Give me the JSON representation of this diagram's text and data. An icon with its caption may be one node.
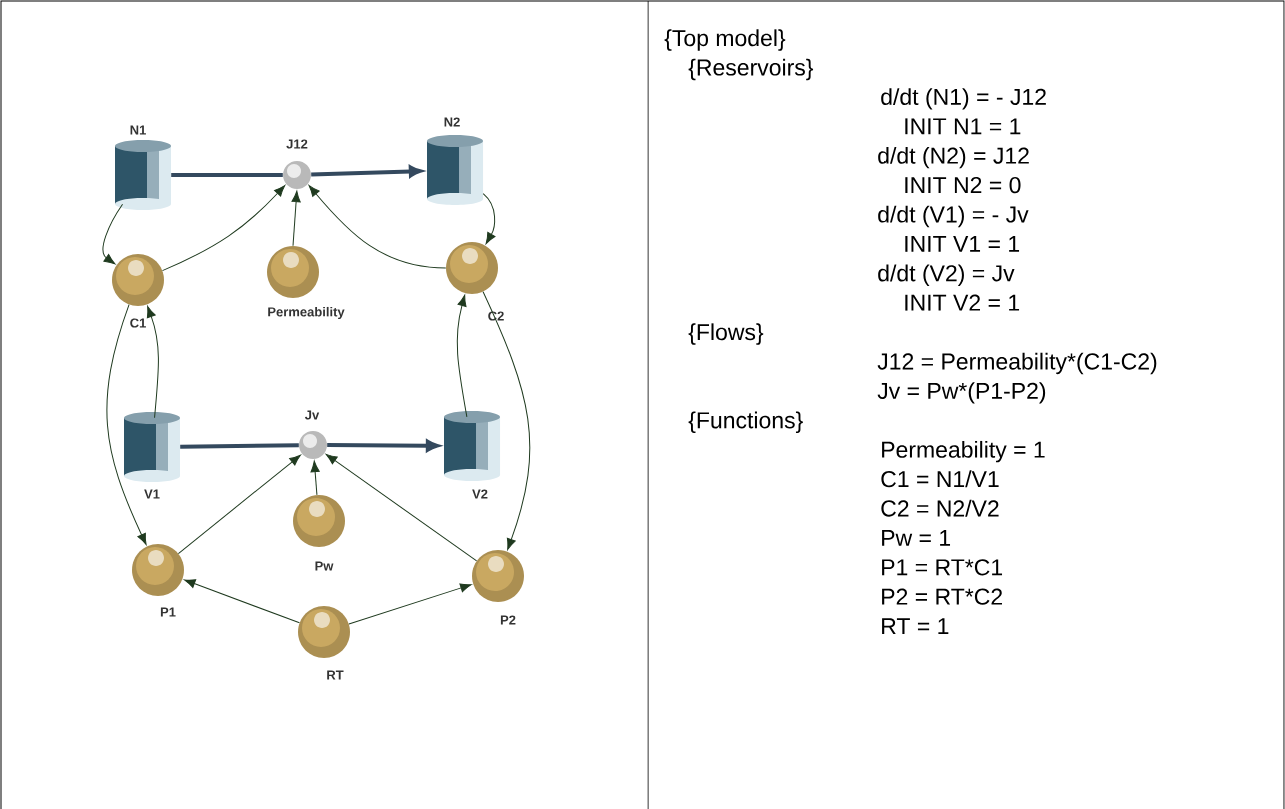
{
  "diagram": {
    "nodes": [
      {
        "text": [
          "N1"
        ]
      },
      {
        "text": [
          "J12"
        ]
      },
      {
        "text": [
          "N2"
        ]
      },
      {
        "text": [
          "C1"
        ]
      },
      {
        "text": [
          "Permeability"
        ]
      },
      {
        "text": [
          "C2"
        ]
      },
      {
        "text": [
          "V1"
        ]
      },
      {
        "text": [
          "Jv"
        ]
      },
      {
        "text": [
          "V2"
        ]
      },
      {
        "text": [
          "P1"
        ]
      },
      {
        "text": [
          "Pw"
        ]
      },
      {
        "text": [
          "P2"
        ]
      },
      {
        "text": [
          "RT"
        ]
      }
    ],
    "edges": [
      {
        "from": 0,
        "to": 1,
        "arrow": "none",
        "style": "thick",
        "color": "#34495e"
      },
      {
        "from": 1,
        "to": 2,
        "arrow": "to",
        "style": "thick",
        "color": "#34495e"
      },
      {
        "from": 0,
        "to": 3,
        "arrow": "to"
      },
      {
        "from": 3,
        "to": 1,
        "arrow": "to"
      },
      {
        "from": 4,
        "to": 1,
        "arrow": "to"
      },
      {
        "from": 5,
        "to": 1,
        "arrow": "to"
      },
      {
        "from": 2,
        "to": 5,
        "arrow": "to"
      },
      {
        "from": 6,
        "to": 3,
        "arrow": "to"
      },
      {
        "from": 8,
        "to": 5,
        "arrow": "to"
      },
      {
        "from": 3,
        "to": 9,
        "arrow": "to"
      },
      {
        "from": 5,
        "to": 11,
        "arrow": "to"
      },
      {
        "from": 6,
        "to": 7,
        "arrow": "none",
        "style": "thick",
        "color": "#34495e"
      },
      {
        "from": 7,
        "to": 8,
        "arrow": "to",
        "style": "thick",
        "color": "#34495e"
      },
      {
        "from": 9,
        "to": 7,
        "arrow": "to"
      },
      {
        "from": 10,
        "to": 7,
        "arrow": "to"
      },
      {
        "from": 11,
        "to": 7,
        "arrow": "to"
      },
      {
        "from": 12,
        "to": 9,
        "arrow": "to"
      },
      {
        "from": 12,
        "to": 11,
        "arrow": "to"
      }
    ],
    "labels": [
      "{Top model}",
      "{Reservoirs}",
      "d/dt (N1) =  - J12",
      "INIT N1 = 1",
      "d/dt (N2) = J12",
      "INIT N2 = 0",
      "d/dt (V1) =  - Jv",
      "INIT V1 = 1",
      "d/dt (V2) = Jv",
      "INIT V2 = 1",
      "{Flows}",
      "J12 = Permeability*(C1-C2)",
      "Jv = Pw*(P1-P2)",
      "{Functions}",
      "Permeability = 1",
      "C1 = N1/V1",
      "C2 = N2/V2",
      "Pw = 1",
      "P1 = RT*C1",
      "P2 = RT*C2",
      "RT = 1"
    ]
  }
}
